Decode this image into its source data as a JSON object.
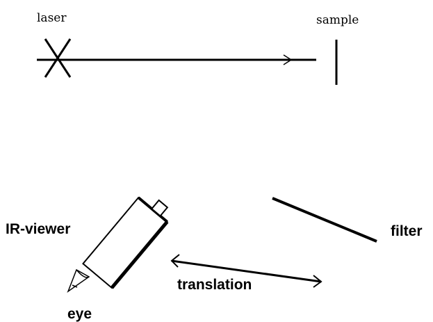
{
  "diagram": {
    "labels": {
      "laser": "laser",
      "sample": "sample",
      "ir_viewer": "IR-viewer",
      "filter": "filter",
      "translation": "translation",
      "eye": "eye"
    },
    "colors": {
      "stroke": "#000000",
      "background": "#ffffff"
    }
  }
}
